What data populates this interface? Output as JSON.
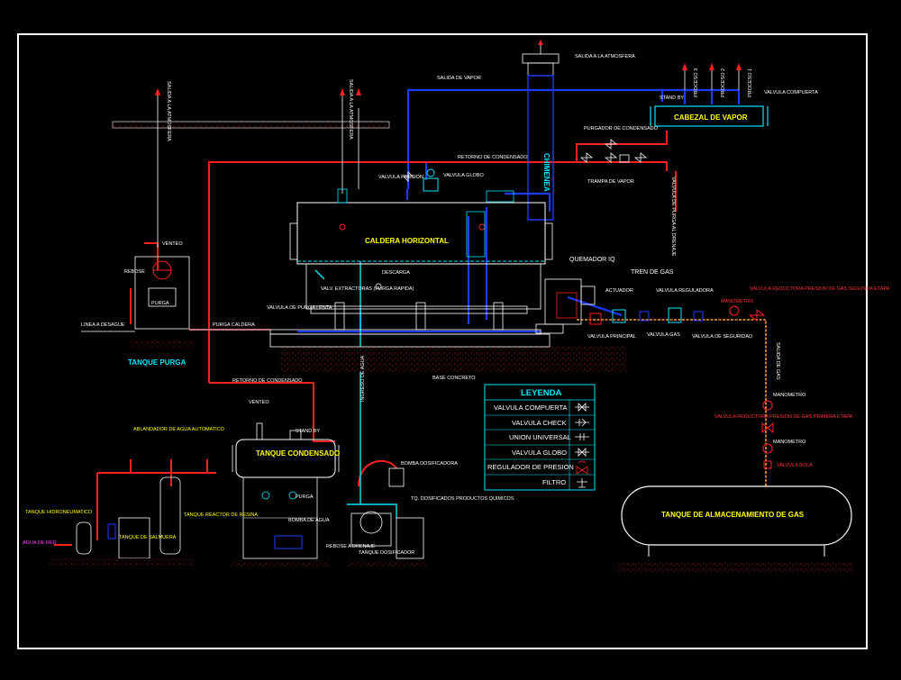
{
  "colors": {
    "background": "#000000",
    "frame": "#ffffff",
    "steam": "#1e3cff",
    "condensate": "#ff2020",
    "water": "#00e5ff",
    "gas": "#ff9a30",
    "labels": "#ffffff",
    "titles": "#00e5ff"
  },
  "labels": {
    "salida_atmosfera_1": "SALIDA A LA ATMOSFERA",
    "salida_atmosfera_2": "SALIDA A LA ATMOSFERA",
    "salida_atmosfera_3": "SALIDA A LA ATMOSFERA",
    "salida_vapor": "SALIDA DE VAPOR",
    "chimenea": "CHIMENEA",
    "proceso_3": "PROCESO 3",
    "proceso_2": "PROCESO 2",
    "proceso_1": "PROCESO 1",
    "stand_by": "STAND BY",
    "valvula_compuerta": "VALVULA COMPUERTA",
    "cabezal_vapor": "CABEZAL DE VAPOR",
    "purgador": "PURGADOR DE CONDENSADO",
    "trampa_vapor": "TRAMPA DE VAPOR",
    "retorno_condensado_top": "RETORNO DE CONDENSADO",
    "valvula_presion": "VALVULA PRESION",
    "valvula_globo_top": "VALVULA GLOBO",
    "valvula_purga_hl": "VALVULA DE PURGA AL DRENAJE",
    "caldera": "CALDERA HORIZONTAL",
    "quemador": "QUEMADOR IQ",
    "tren_gas": "TREN DE GAS",
    "actuador": "ACTUADOR",
    "valvula_reguladora": "VALVULA REGULADORA",
    "valvula_reductora": "VALVULA REDUCTORA PRESION DE GAS SEGUNDA ETAPA",
    "manometro_1": "MANOMETRO",
    "valvula_gas": "VALVULA GAS",
    "valvula_principal": "VALVULA PRINCIPAL",
    "valvula_seg": "VALVULA DE SEGURIDAD",
    "valv_extractoras": "VALV. EXTRACTORAS (PURGA RAPIDA)",
    "valvula_purga_lenta": "VALVULA DE PURGA LENTA",
    "descarga": "DESCARGA",
    "venteo_top": "VENTEO",
    "rebose": "REBOSE",
    "purga_tank": "PURGA",
    "tanque_purga": "TANQUE PURGA",
    "linea_desague": "LINEA A DESAGUE",
    "purga_caldera": "PURGA CALDERA",
    "base_concreto": "BASE CONCRETO",
    "retorno_condensado_bot": "RETORNO DE CONDENSADO",
    "ingreso_agua": "INGRESO DE AGUA",
    "venteo_cond": "VENTEO",
    "stand_by_2": "STAND BY",
    "ablandador": "ABLANDADOR DE AGUA AUTOMATICO",
    "tanque_condensado": "TANQUE CONDENSADO",
    "purga_2": "PURGA",
    "bomba_agua": "BOMBA DE AGUA",
    "rebose_drenaje": "REBOSE A DRENAJE",
    "bomba_dosificadora": "BOMBA DOSIFICADORA",
    "tq_dosificados": "TQ. DOSIFICADOS PRODUCTOS QUIMICOS",
    "tanque_dosif": "TANQUE DOSIFICADOR",
    "tanque_hidroneumatico": "TANQUE HIDRONEUMATICO",
    "tanque_reactor": "TANQUE REACTOR DE RESINA",
    "tanque_salmuera": "TANQUE DE SALMUERA",
    "agua_red": "AGUA DE RED",
    "salida_gas": "SALIDA DE GAS",
    "manometro_2": "MANOMETRO",
    "manometro_3": "MANOMETRO",
    "valvula_reductora_1": "VALVULA REDUCTORA PRESION DE GAS PRIMERA ETAPA",
    "valvula_bola": "VALVULA BOLA",
    "tanque_gas": "TANQUE DE ALMACENAMIENTO DE GAS"
  },
  "legend": {
    "title": "LEYENDA",
    "rows": [
      {
        "label": "VALVULA COMPUERTA",
        "symbol": "gate-valve"
      },
      {
        "label": "VALVULA CHECK",
        "symbol": "check-valve"
      },
      {
        "label": "UNION UNIVERSAL",
        "symbol": "union"
      },
      {
        "label": "VALVULA GLOBO",
        "symbol": "globe-valve"
      },
      {
        "label": "REGULADOR DE PRESION",
        "symbol": "pressure-regulator"
      },
      {
        "label": "FILTRO",
        "symbol": "filter"
      }
    ]
  }
}
